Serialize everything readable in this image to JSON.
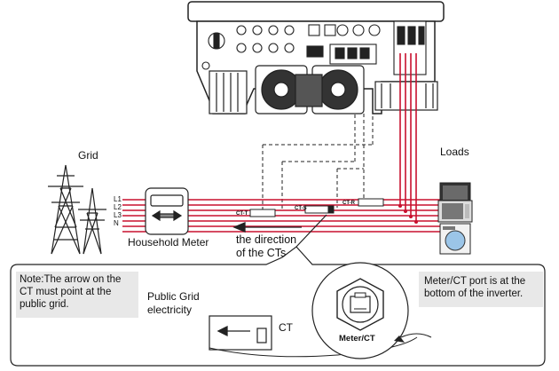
{
  "labels": {
    "grid": "Grid",
    "loads": "Loads",
    "household_meter": "Household Meter",
    "direction_line1": "the direction",
    "direction_line2": "of the CTs",
    "public_grid_line1": "Public Grid",
    "public_grid_line2": "electricity",
    "ct": "CT",
    "meter_ct_port": "Meter/CT"
  },
  "phase_lines": [
    "L1",
    "L2",
    "L3",
    "N"
  ],
  "ct_tags": [
    "CT-T",
    "CT-S",
    "CT-R"
  ],
  "notes": {
    "arrow_note": "Note:The  arrow on the CT must point at the public grid.",
    "port_note": "Meter/CT port is at the bottom of the inverter."
  },
  "colors": {
    "phase_line": "#c8102e",
    "note_box": "#e8e8e8",
    "outline": "#222222"
  },
  "icons": [
    "pylon-icon",
    "meter-icon",
    "monitor-icon",
    "microwave-icon",
    "washing-machine-icon",
    "rj45-port-icon",
    "arrow-left-icon"
  ]
}
